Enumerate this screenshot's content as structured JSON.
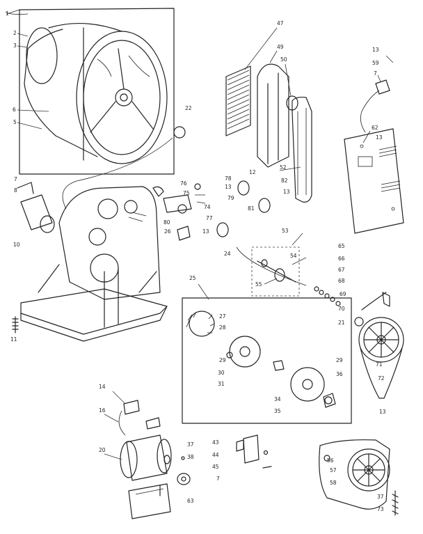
{
  "diagram": {
    "labels": [
      "1",
      "2",
      "3",
      "6",
      "5",
      "22",
      "47",
      "49",
      "50",
      "13",
      "59",
      "7",
      "62",
      "13",
      "52",
      "12",
      "78",
      "13",
      "76",
      "75",
      "79",
      "74",
      "82",
      "13",
      "80",
      "77",
      "26",
      "13",
      "81",
      "7",
      "8",
      "10",
      "11",
      "24",
      "53",
      "54",
      "55",
      "65",
      "66",
      "67",
      "68",
      "69",
      "70",
      "21",
      "25",
      "27",
      "28",
      "29",
      "30",
      "31",
      "29",
      "36",
      "34",
      "35",
      "13",
      "71",
      "72",
      "14",
      "16",
      "20",
      "37",
      "38",
      "63",
      "43",
      "44",
      "45",
      "7",
      "56",
      "57",
      "58",
      "37",
      "73"
    ]
  }
}
